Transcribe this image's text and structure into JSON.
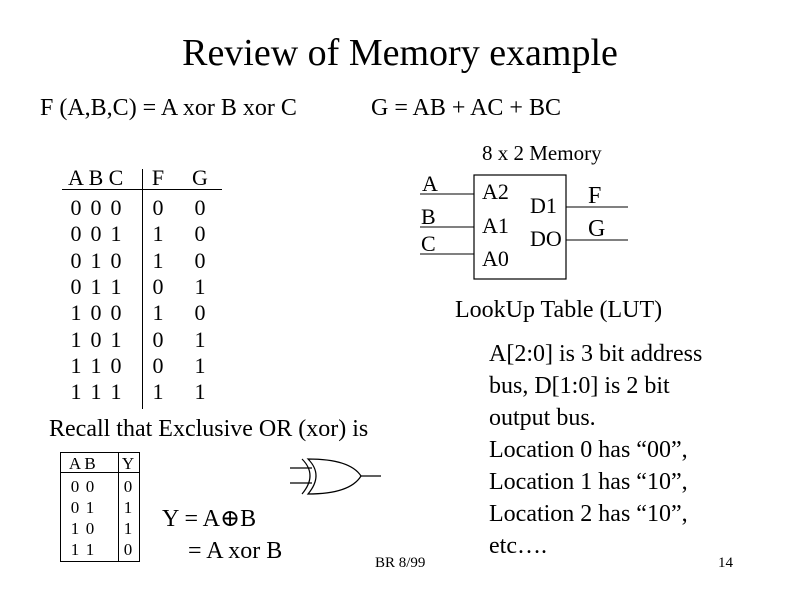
{
  "slide": {
    "title": "Review of Memory example",
    "equation_f": "F (A,B,C) = A xor B xor C",
    "equation_g": "G =  AB + AC  + BC",
    "footer_left": "BR 8/99",
    "page_number": "14"
  },
  "truth_table": {
    "headers": [
      "A",
      "B",
      "C",
      "F",
      "G"
    ],
    "rows": [
      [
        "0",
        "0",
        "0",
        "0",
        "0"
      ],
      [
        "0",
        "0",
        "1",
        "1",
        "0"
      ],
      [
        "0",
        "1",
        "0",
        "1",
        "0"
      ],
      [
        "0",
        "1",
        "1",
        "0",
        "1"
      ],
      [
        "1",
        "0",
        "0",
        "1",
        "0"
      ],
      [
        "1",
        "0",
        "1",
        "0",
        "1"
      ],
      [
        "1",
        "1",
        "0",
        "0",
        "1"
      ],
      [
        "1",
        "1",
        "1",
        "1",
        "1"
      ]
    ]
  },
  "memory": {
    "title": "8 x 2  Memory",
    "inputs": [
      "A",
      "B",
      "C"
    ],
    "address_pins": [
      "A2",
      "A1",
      "A0"
    ],
    "data_pins": [
      "D1",
      "DO"
    ],
    "outputs": [
      "F",
      "G"
    ]
  },
  "lut": {
    "heading": "LookUp Table (LUT)",
    "lines": [
      "A[2:0] is 3 bit address",
      "bus,  D[1:0] is 2 bit",
      "output bus.",
      "Location 0 has “00”,",
      "Location 1 has “10”,",
      "Location 2 has “10”,",
      "etc…."
    ]
  },
  "xor": {
    "recall_text": "Recall that Exclusive OR (xor) is",
    "headers": [
      "A",
      "B",
      "Y"
    ],
    "rows": [
      [
        "0",
        "0",
        "0"
      ],
      [
        "0",
        "1",
        "1"
      ],
      [
        "1",
        "0",
        "1"
      ],
      [
        "1",
        "1",
        "0"
      ]
    ],
    "equation_line1": "Y = A⊕B",
    "equation_line2": "= A xor B",
    "gate_icon": "xor-gate-icon"
  }
}
